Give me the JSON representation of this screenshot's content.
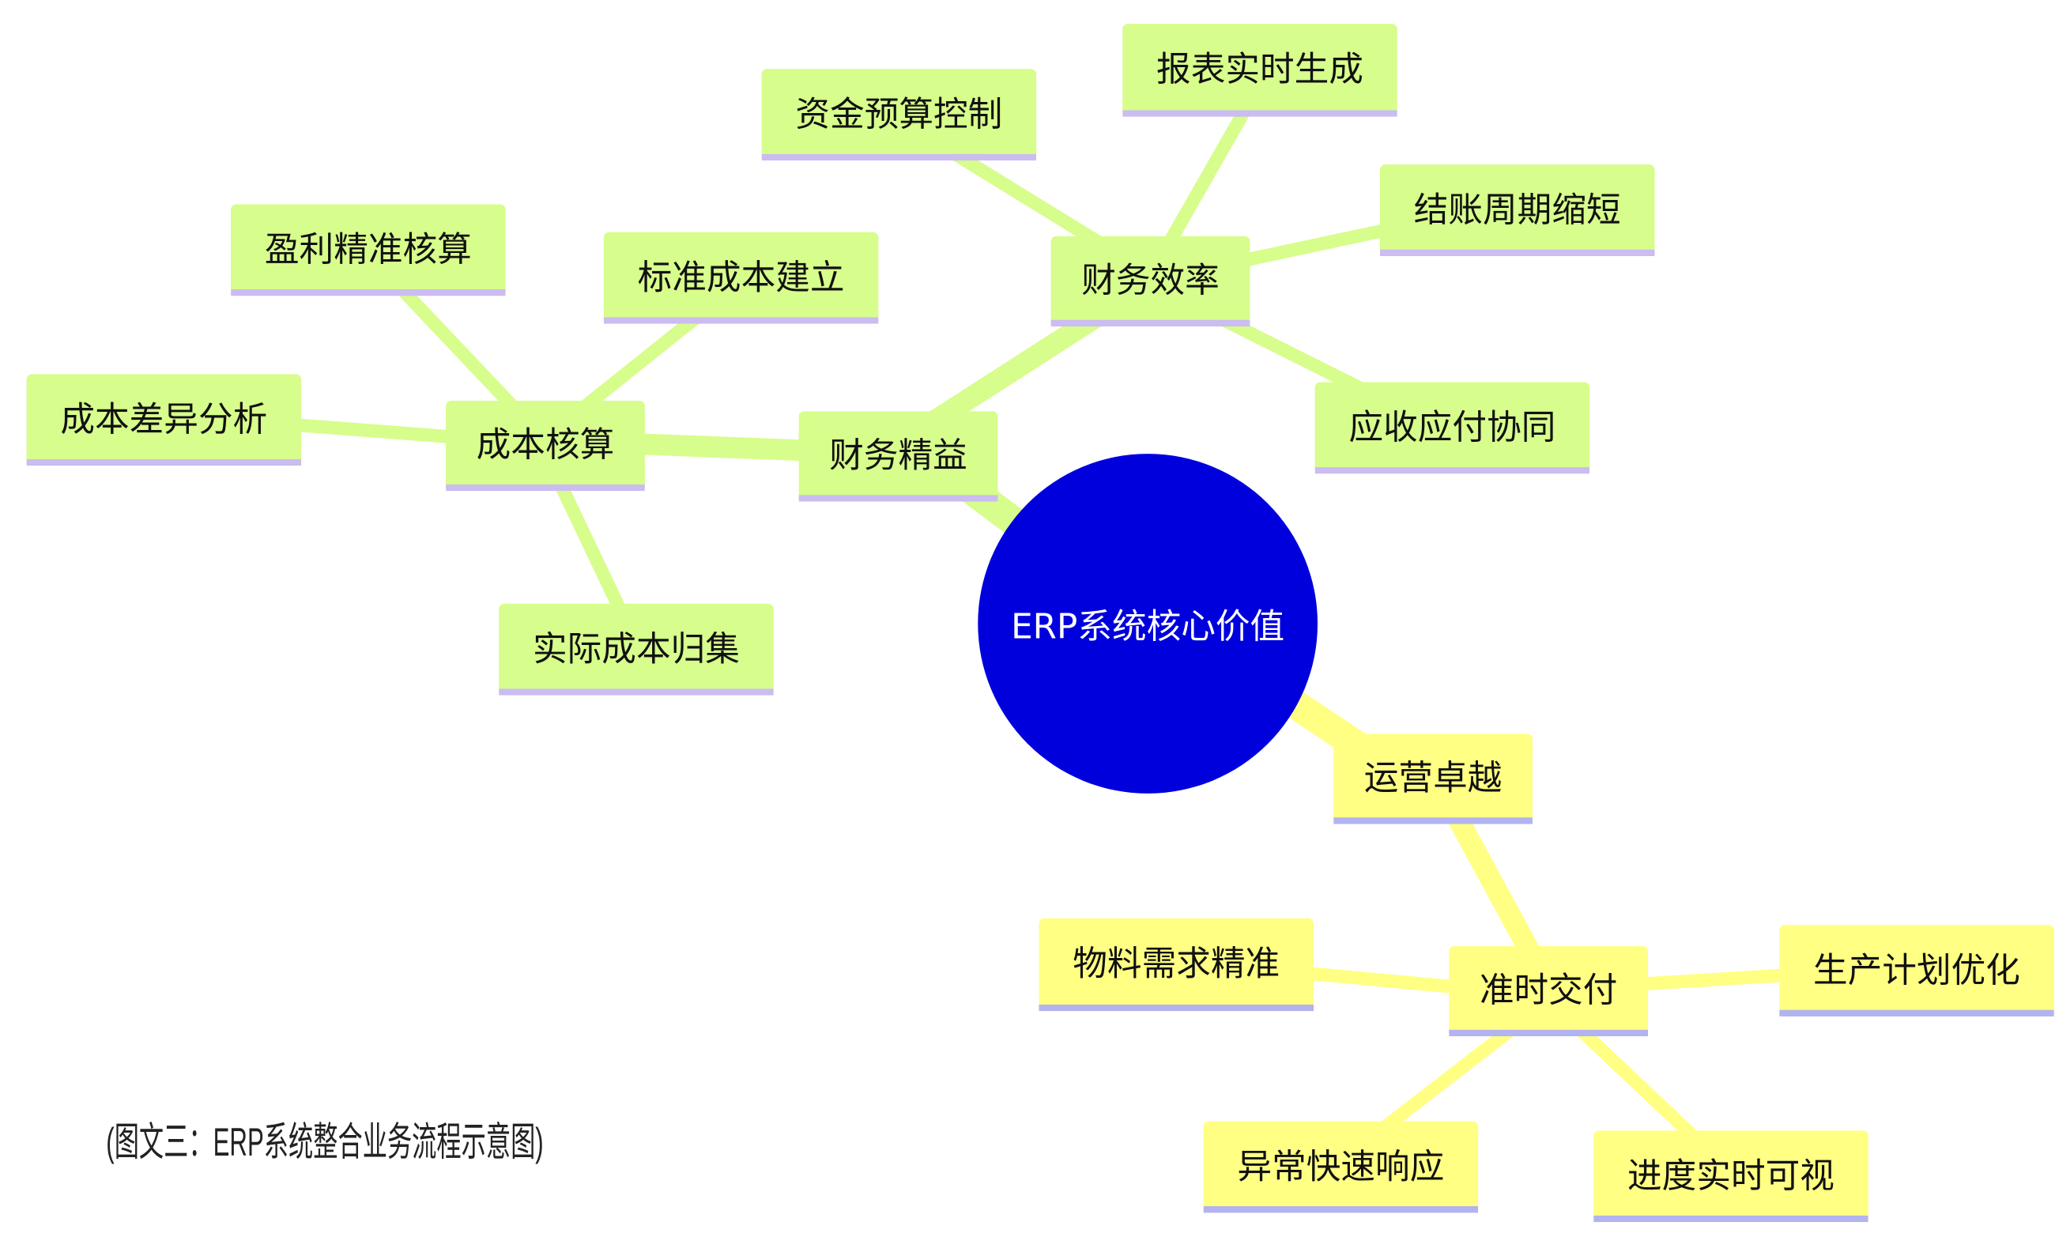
{
  "center": {
    "label": "ERP系统核心价值",
    "color": "#0000dd"
  },
  "branches": [
    {
      "label": "财务精益",
      "color": "#d7fd8c",
      "children": [
        {
          "label": "成本核算",
          "children": [
            "盈利精准核算",
            "标准成本建立",
            "成本差异分析",
            "实际成本归集"
          ]
        },
        {
          "label": "财务效率",
          "children": [
            "资金预算控制",
            "报表实时生成",
            "结账周期缩短",
            "应收应付协同"
          ]
        }
      ]
    },
    {
      "label": "运营卓越",
      "color": "#ffff84",
      "children": [
        {
          "label": "准时交付",
          "children": [
            "物料需求精准",
            "生产计划优化",
            "异常快速响应",
            "进度实时可视"
          ]
        }
      ]
    }
  ],
  "caption": "(图文三：ERP系统整合业务流程示意图)"
}
